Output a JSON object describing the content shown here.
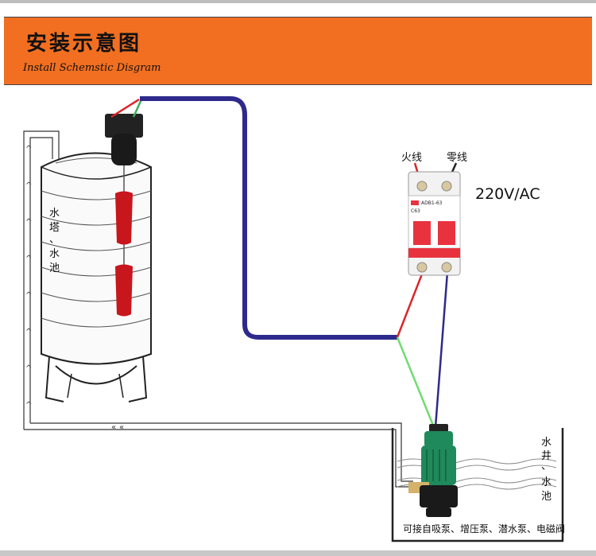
{
  "banner": {
    "title": "安装示意图",
    "subtitle": "Install Schemstic Disgram"
  },
  "labels": {
    "tank_water_tower": [
      "水",
      "塔",
      "、",
      "水",
      "池"
    ],
    "live_wire": "火线",
    "neutral_wire": "零线",
    "voltage": "220V/AC",
    "breaker_model": "ADB1-63",
    "breaker_curve": "C63",
    "well_water": [
      "水",
      "井",
      "、",
      "水",
      "池"
    ],
    "pump_note": "可接自吸泵、增压泵、潜水泵、电磁阀"
  },
  "colors": {
    "banner": "#f26f21",
    "cable_blue": "#2e2a8c",
    "wire_red": "#d9262a",
    "wire_green": "#6fdc6f",
    "float_red": "#c8161d",
    "pump_green": "#1f8a5c",
    "breaker_red": "#e8333f"
  }
}
